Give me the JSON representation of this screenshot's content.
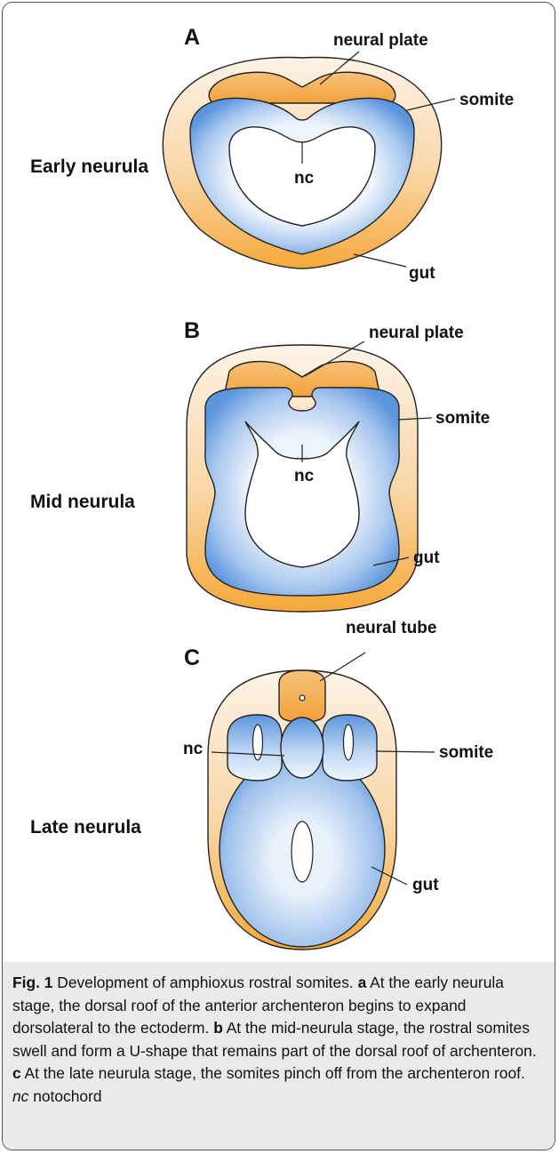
{
  "figure": {
    "panels": [
      {
        "letter": "A",
        "stage": "Early neurula",
        "labels": {
          "neural": "neural plate",
          "somite": "somite",
          "gut": "gut",
          "nc": "nc"
        }
      },
      {
        "letter": "B",
        "stage": "Mid neurula",
        "labels": {
          "neural": "neural plate",
          "somite": "somite",
          "gut": "gut",
          "nc": "nc"
        }
      },
      {
        "letter": "C",
        "stage": "Late neurula",
        "labels": {
          "neural": "neural tube",
          "somite": "somite",
          "gut": "gut",
          "nc": "nc"
        }
      }
    ],
    "colors": {
      "ectoderm_orange": "#f6a83a",
      "ectoderm_light": "#fdf1e2",
      "mesoderm_blue": "#5b95dc",
      "mesoderm_light": "#eef4fc",
      "outline": "#222222"
    }
  },
  "caption": {
    "fig_label": "Fig. 1",
    "title": " Development of amphioxus rostral somites. ",
    "a_letter": "a",
    "a_text": " At the early neurula stage, the dorsal roof of the anterior archenteron begins to expand dorsolateral to the ectoderm. ",
    "b_letter": "b",
    "b_text": " At the mid-neurula stage, the rostral somites swell and form a U-shape that remains part of the dorsal roof of archenteron. ",
    "c_letter": "c",
    "c_text": " At the late neurula stage, the somites pinch off from the archenteron roof. ",
    "abbr": "nc",
    "abbr_text": " notochord"
  }
}
